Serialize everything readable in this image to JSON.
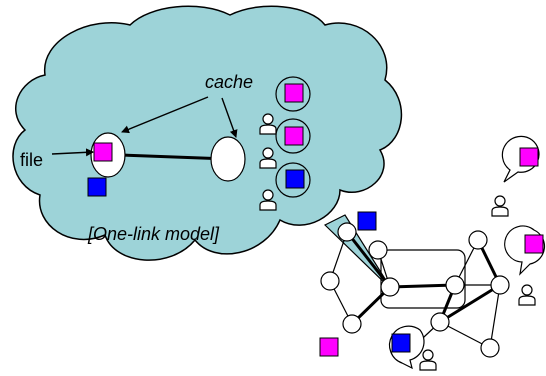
{
  "labels": {
    "cache": "cache",
    "file": "file",
    "model": "[One-link model]"
  },
  "colors": {
    "cloud_fill": "#9dd3d8",
    "magenta": "#ff00ff",
    "blue": "#0000ff",
    "line": "#000000",
    "node_fill": "#ffffff"
  },
  "icons": [
    "cloud-shape",
    "user-icon",
    "speech-bubble-icon",
    "file-square-icon",
    "network-node"
  ]
}
